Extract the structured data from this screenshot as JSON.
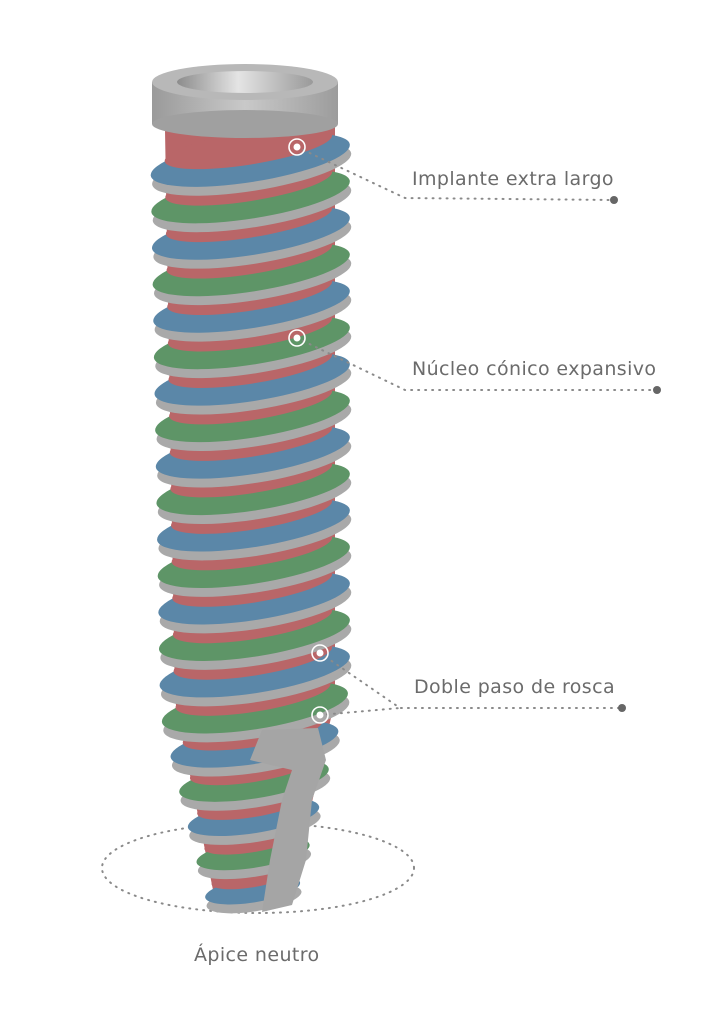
{
  "labels": {
    "extra_long": "Implante extra largo",
    "conical_core": "Núcleo cónico expansivo",
    "double_thread": "Doble paso de rosca",
    "neutral_apex": "Ápice neutro"
  },
  "colors": {
    "core": "#b96668",
    "thread_green": "#5e9567",
    "thread_blue": "#5b87a8",
    "metal": "#a9a9a9",
    "line": "#8a8a8a",
    "text": "#6b6b6b"
  }
}
